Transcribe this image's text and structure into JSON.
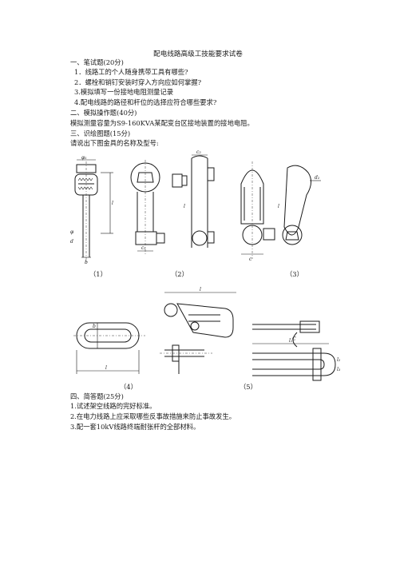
{
  "title": "配电线路高级工技能要求试卷",
  "sections": {
    "written": {
      "heading": "一、笔试题(20分)",
      "items": [
        "1．线路工的个人随身携带工具有哪些?",
        "2．螺栓和销钉安装时穿入方向应如何掌握?",
        "3.模拟填写一份接地电阻测量记录",
        "4.配电线路的路径和杆位的选择应符合哪些要求?"
      ]
    },
    "practical": {
      "heading": "二、模拟操作题(40分)",
      "text": "模拟测量容量为S9-160KVA某配变台区接地装置的接地电阻。"
    },
    "drawing": {
      "heading": "三、识绘图题(15分)",
      "prompt": "请说出下图金具的名称及型号:",
      "captions": [
        "（1）",
        "（2）",
        "（3）",
        "（4）",
        "（5）"
      ]
    },
    "short": {
      "heading": "四、简答题(25分)",
      "items": [
        "1.试述架空线路的完好标准。",
        "2.在电力线路上应采取哪些反事故措施来防止事故发生。",
        "3.配一套10kV线路终端耐张杆的全部材料。"
      ]
    }
  },
  "figure_labels": {
    "fig1": [
      "φ₁",
      "l",
      "d",
      "φ",
      "b"
    ],
    "fig2": [
      "c₁",
      "l",
      "c₂"
    ],
    "fig3": [
      "d₂",
      "l",
      "c"
    ],
    "fig4": [
      "b",
      "l"
    ],
    "fig5": [
      "l",
      "C",
      "l₁",
      "l₂",
      "l₃"
    ]
  }
}
